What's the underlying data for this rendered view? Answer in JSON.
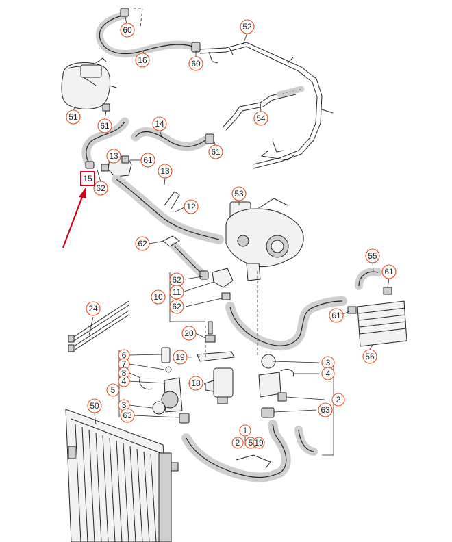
{
  "diagram": {
    "callouts": [
      {
        "id": "c60a",
        "label": "60"
      },
      {
        "id": "c16",
        "label": "16"
      },
      {
        "id": "c60b",
        "label": "60"
      },
      {
        "id": "c52",
        "label": "52"
      },
      {
        "id": "c51",
        "label": "51"
      },
      {
        "id": "c61a",
        "label": "61"
      },
      {
        "id": "c14",
        "label": "14"
      },
      {
        "id": "c54",
        "label": "54"
      },
      {
        "id": "c61b",
        "label": "61"
      },
      {
        "id": "c13a",
        "label": "13"
      },
      {
        "id": "c61c",
        "label": "61"
      },
      {
        "id": "c13b",
        "label": "13"
      },
      {
        "id": "c62a",
        "label": "62"
      },
      {
        "id": "c53",
        "label": "53"
      },
      {
        "id": "c12",
        "label": "12"
      },
      {
        "id": "c62b",
        "label": "62"
      },
      {
        "id": "c55",
        "label": "55"
      },
      {
        "id": "c61d",
        "label": "61"
      },
      {
        "id": "c62c",
        "label": "62"
      },
      {
        "id": "c11",
        "label": "11"
      },
      {
        "id": "c10",
        "label": "10"
      },
      {
        "id": "c62d",
        "label": "62"
      },
      {
        "id": "c24",
        "label": "24"
      },
      {
        "id": "c61e",
        "label": "61"
      },
      {
        "id": "c20",
        "label": "20"
      },
      {
        "id": "c56",
        "label": "56"
      },
      {
        "id": "c6",
        "label": "6"
      },
      {
        "id": "c19a",
        "label": "19"
      },
      {
        "id": "c7",
        "label": "7"
      },
      {
        "id": "c8",
        "label": "8"
      },
      {
        "id": "c4a",
        "label": "4"
      },
      {
        "id": "c18",
        "label": "18"
      },
      {
        "id": "c3a",
        "label": "3"
      },
      {
        "id": "c4b",
        "label": "4"
      },
      {
        "id": "c5a",
        "label": "5"
      },
      {
        "id": "c2a",
        "label": "2"
      },
      {
        "id": "c3b",
        "label": "3"
      },
      {
        "id": "c63a",
        "label": "63"
      },
      {
        "id": "c50",
        "label": "50"
      },
      {
        "id": "c63b",
        "label": "63"
      },
      {
        "id": "c1",
        "label": "1"
      },
      {
        "id": "c2b",
        "label": "2"
      },
      {
        "id": "c5b",
        "label": "5"
      },
      {
        "id": "c19b",
        "label": "19"
      }
    ],
    "highlight": {
      "label": "15",
      "color": "#d0021b"
    },
    "callout_color": "#e0501f"
  }
}
